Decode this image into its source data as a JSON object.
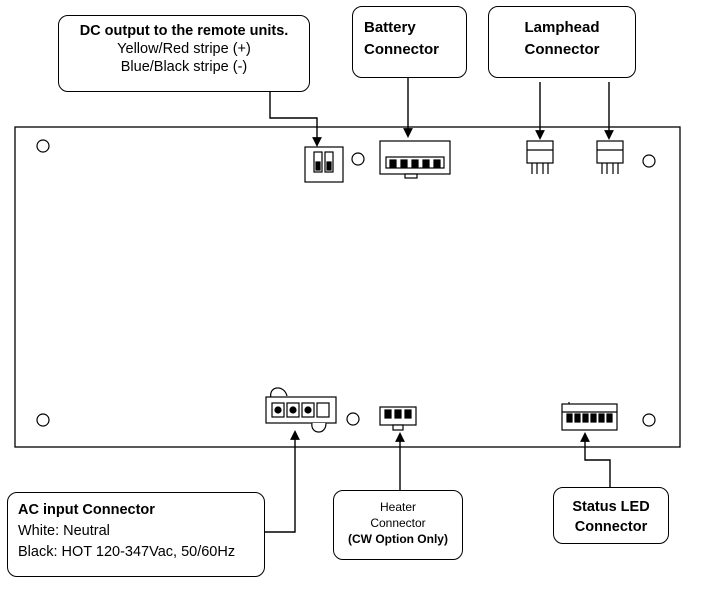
{
  "labels": {
    "dc_output": {
      "title": "DC output to the remote units.",
      "line1": "Yellow/Red stripe (+)",
      "line2": "Blue/Black stripe (-)"
    },
    "battery": {
      "line1": "Battery",
      "line2": "Connector"
    },
    "lamphead": {
      "line1": "Lamphead",
      "line2": "Connector"
    },
    "ac_input": {
      "title": "AC input Connector",
      "line1": "White: Neutral",
      "line2": "Black: HOT 120-347Vac, 50/60Hz"
    },
    "heater": {
      "line1": "Heater",
      "line2": "Connector",
      "line3": "(CW Option Only)"
    },
    "status_led": {
      "line1": "Status LED",
      "line2": "Connector"
    }
  },
  "colors": {
    "stroke": "#000000",
    "board_fill": "#ffffff",
    "background": "#ffffff"
  }
}
